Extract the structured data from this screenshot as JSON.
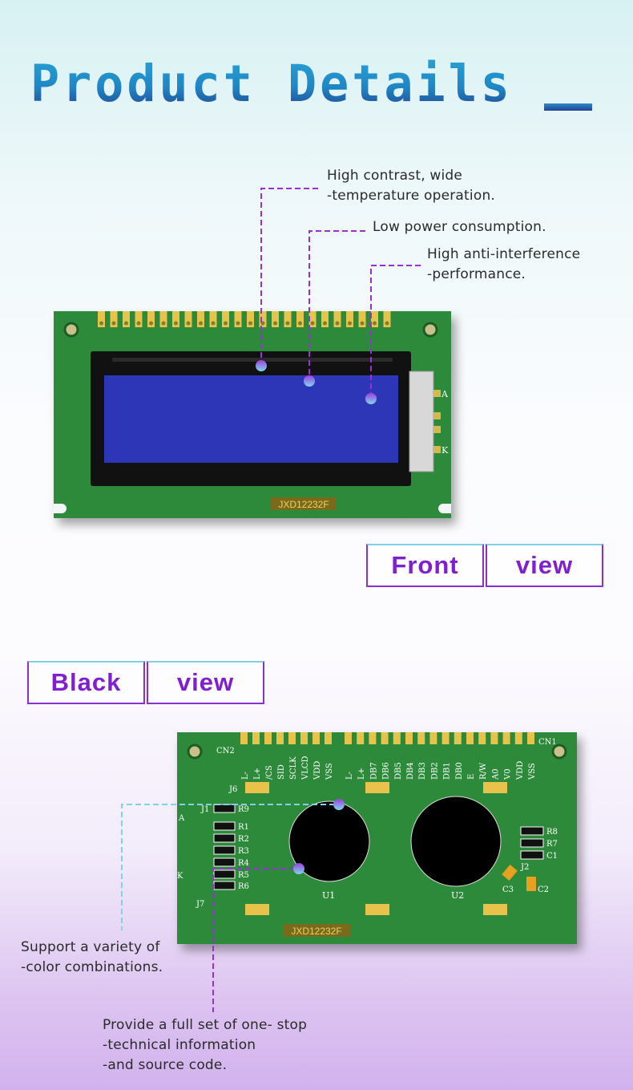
{
  "header": {
    "title": "Product Details"
  },
  "callouts": {
    "front": [
      {
        "lines": [
          "High contrast, wide",
          "-temperature operation."
        ]
      },
      {
        "lines": [
          "Low power consumption."
        ]
      },
      {
        "lines": [
          "High anti-interference",
          "-performance."
        ]
      }
    ],
    "back": [
      {
        "lines": [
          "Support a variety of",
          "-color combinations."
        ]
      },
      {
        "lines": [
          "Provide a full set of one- stop",
          "-technical information",
          "-and source code."
        ]
      }
    ]
  },
  "front_view_tag": {
    "word1": "Front",
    "word2": "view"
  },
  "back_view_tag": {
    "word1": "Black",
    "word2": "view"
  },
  "product": {
    "model": "JXD12232F",
    "front_pins": {
      "a": "A",
      "k": "K"
    },
    "back": {
      "cn1": "CN1",
      "cn2": "CN2",
      "cn2_pins": [
        "L-",
        "L+",
        "/CS",
        "SID",
        "SCLK",
        "VLCD",
        "VDD",
        "VSS"
      ],
      "cn1_pins": [
        "L-",
        "L+",
        "DB7",
        "DB6",
        "DB5",
        "DB4",
        "DB3",
        "DB2",
        "DB1",
        "DB0",
        "E",
        "R/W",
        "A0",
        "V0",
        "VDD",
        "VSS"
      ],
      "left_parts": [
        "J6",
        "J1",
        "R9",
        "R1",
        "R2",
        "R3",
        "R4",
        "R5",
        "R6",
        "J7",
        "A",
        "K"
      ],
      "right_parts": [
        "R8",
        "R7",
        "C1",
        "J2",
        "C3",
        "C2"
      ],
      "chips": [
        "U1",
        "U2"
      ]
    }
  },
  "colors": {
    "accent": "#8a2fd0",
    "pcb": "#2f8a3a",
    "lcd": "#2e36b8",
    "title_blue": "#1f86c4"
  }
}
